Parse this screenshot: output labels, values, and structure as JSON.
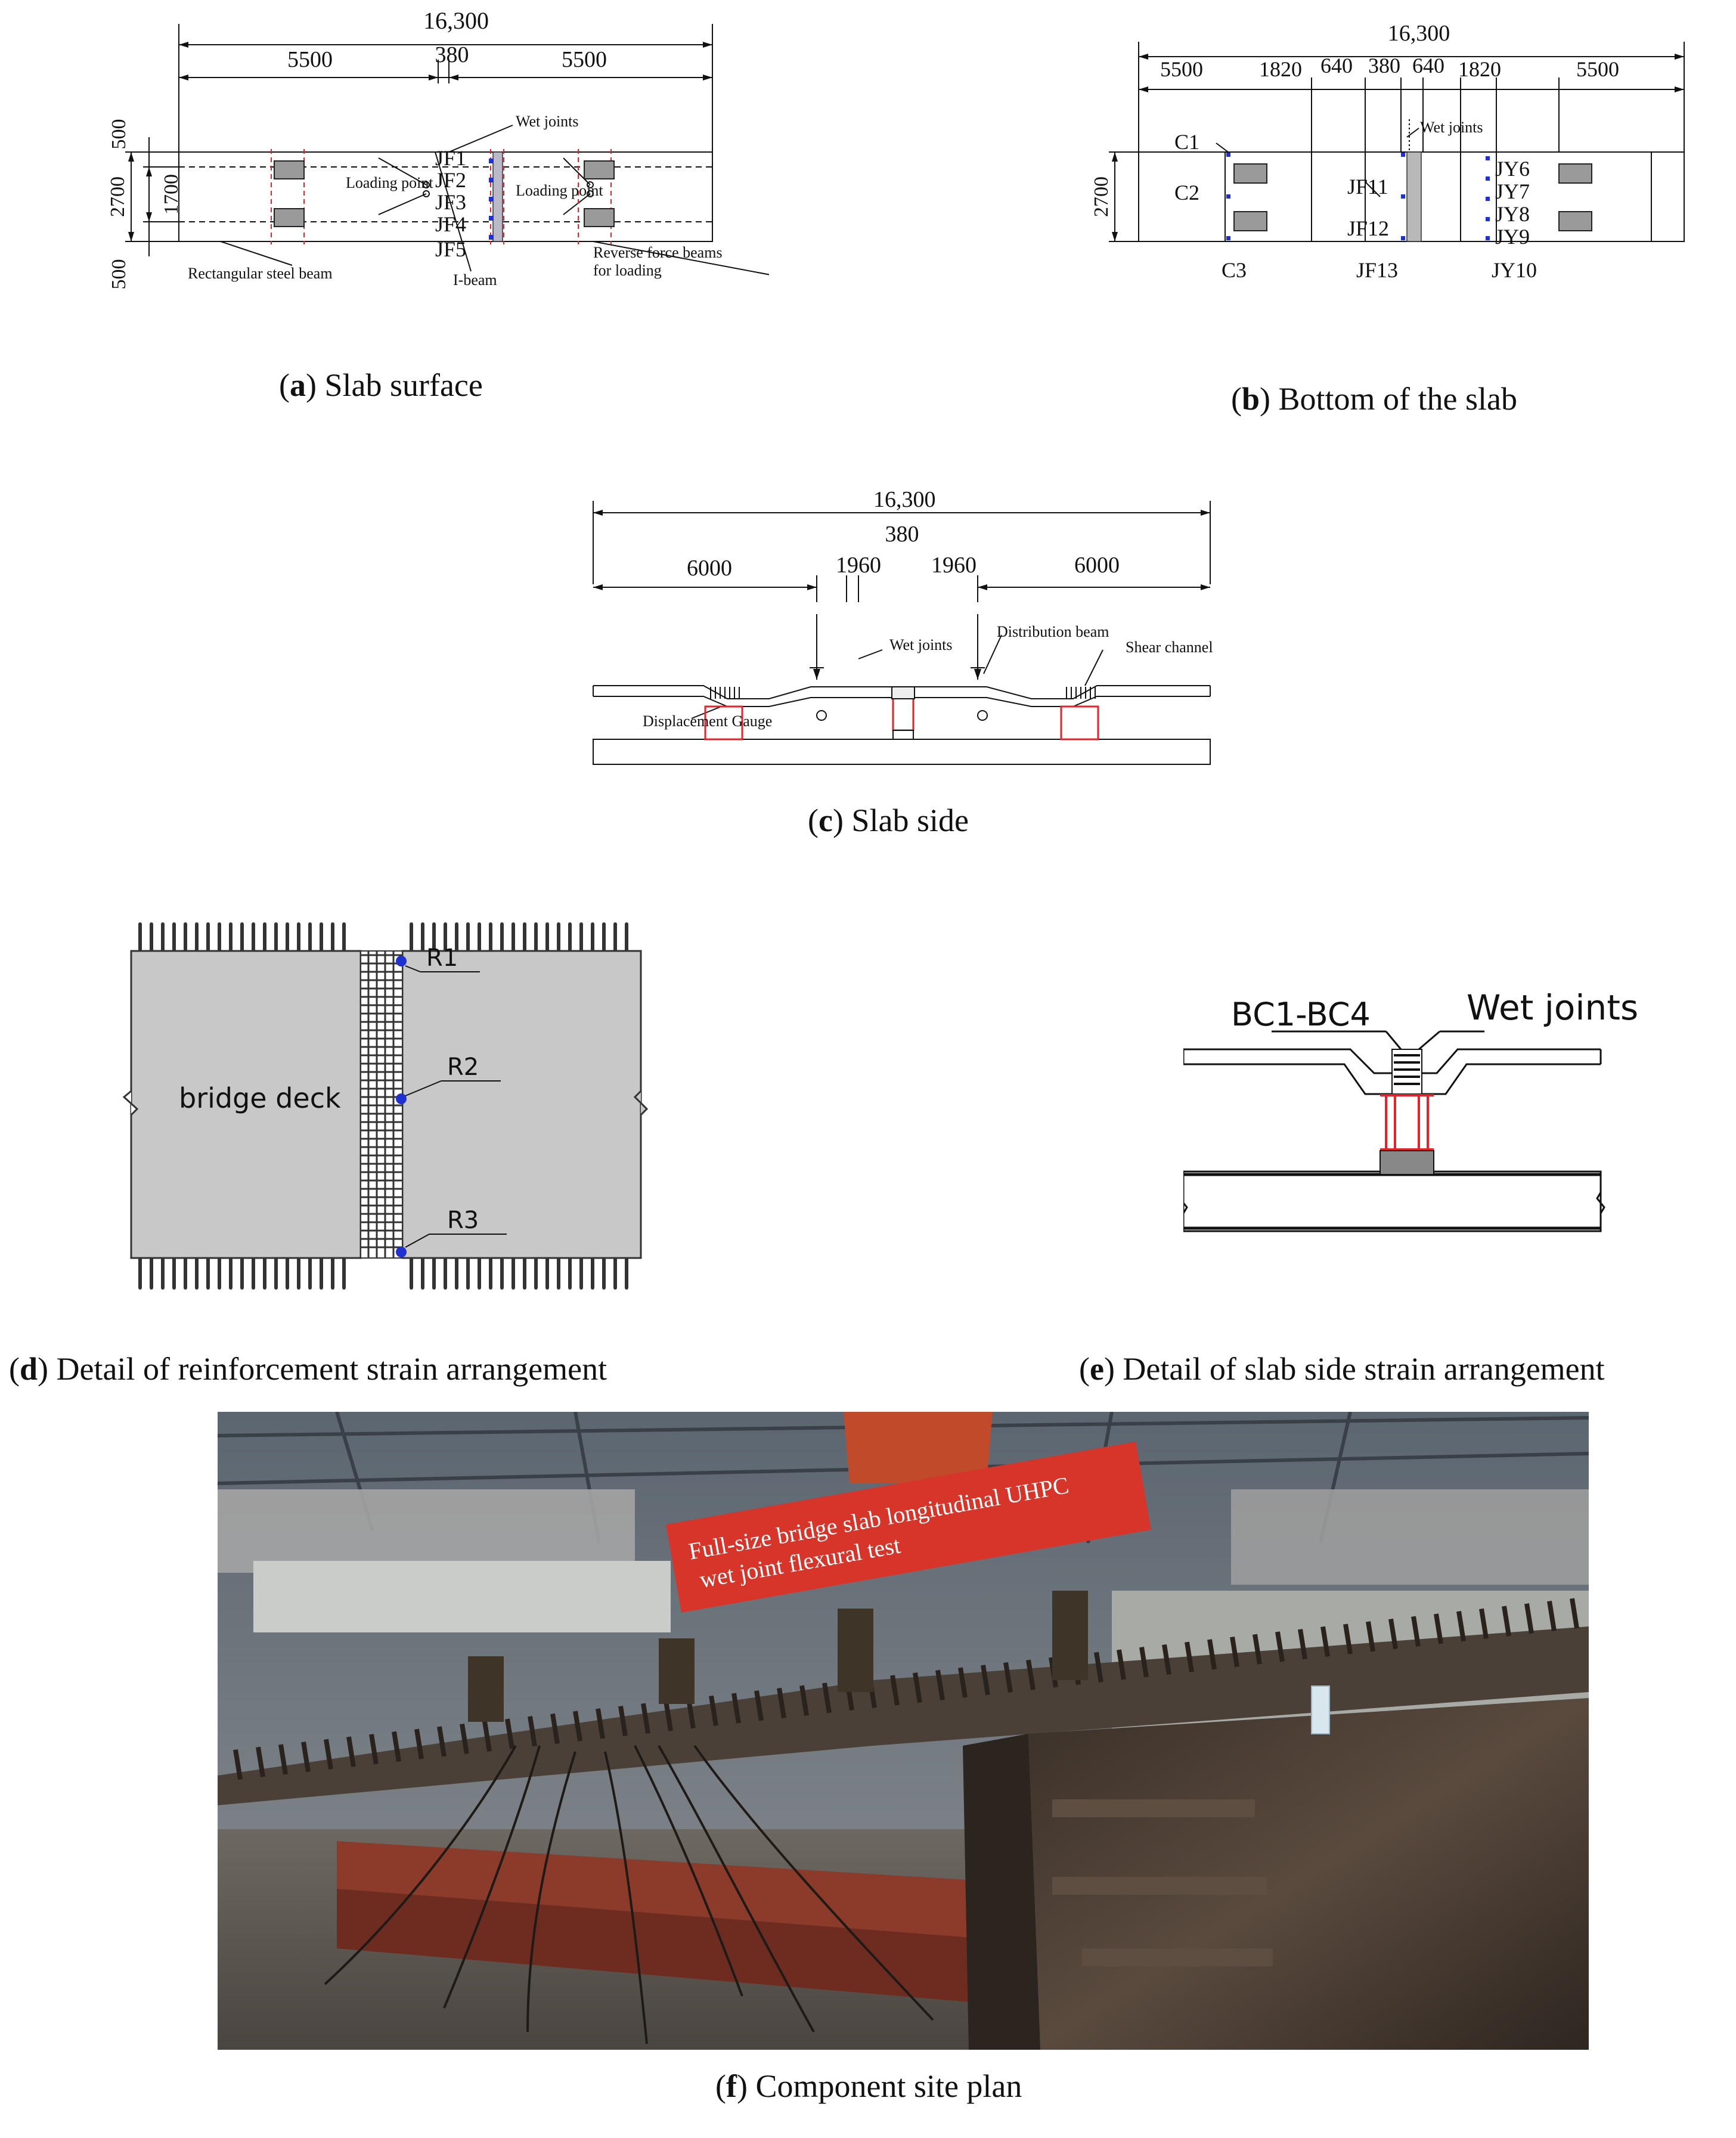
{
  "panel_a": {
    "dims": {
      "total": "16,300",
      "left": "5500",
      "mid": "380",
      "right": "5500",
      "v_top": "500",
      "v_mid": "1700",
      "v_bot": "500",
      "height": "2700"
    },
    "labels": {
      "wet_joints": "Wet joints",
      "loading_point_1": "Loading point",
      "loading_point_2": "Loading point",
      "rect_beam": "Rectangular steel beam",
      "i_beam": "I-beam",
      "reverse_1": "Reverse force beams",
      "reverse_2": "for loading"
    },
    "gauges": [
      "JF1",
      "JF2",
      "JF3",
      "JF4",
      "JF5"
    ],
    "caption_letter": "a",
    "caption_text": ") Slab surface"
  },
  "panel_b": {
    "dims": {
      "total": "16,300",
      "d1": "5500",
      "d2": "1820",
      "d3": "640",
      "d4": "380",
      "d5": "640",
      "d6": "1820",
      "d7": "5500",
      "height": "2700"
    },
    "labels": {
      "wet_joints": "Wet joints"
    },
    "gauges_left": [
      "C1",
      "C2",
      "C3"
    ],
    "gauges_mid": [
      "JF11",
      "JF12",
      "JF13"
    ],
    "gauges_right": [
      "JY6",
      "JY7",
      "JY8",
      "JY9",
      "JY10"
    ],
    "caption_letter": "b",
    "caption_text": ") Bottom of the slab"
  },
  "panel_c": {
    "dims": {
      "total": "16,300",
      "mid": "380",
      "d1": "6000",
      "d2": "1960",
      "d3": "1960",
      "d4": "6000"
    },
    "labels": {
      "wet_joints": "Wet joints",
      "distribution_beam": "Distribution beam",
      "shear_channel": "Shear channel",
      "displacement_gauge": "Displacement Gauge"
    },
    "caption_letter": "c",
    "caption_text": ") Slab side"
  },
  "panel_d": {
    "labels": {
      "bridge_deck": "bridge deck"
    },
    "gauges": [
      "R1",
      "R2",
      "R3"
    ],
    "caption_letter": "d",
    "caption_text": ") Detail of reinforcement strain arrangement"
  },
  "panel_e": {
    "labels": {
      "bc": "BC1-BC4",
      "wet_joints": "Wet joints"
    },
    "caption_letter": "e",
    "caption_text": ") Detail of slab side strain arrangement"
  },
  "panel_f": {
    "banner_line1": "Full-size bridge slab longitudinal UHPC",
    "banner_line2": "wet joint flexural test",
    "caption_letter": "f",
    "caption_text": ") Component site plan"
  },
  "colors": {
    "gauge_blue": "#1f2fd0",
    "red_line": "#e8222a",
    "gray_fill": "#c8c8c8",
    "steel": "#5a4a3e",
    "banner_red": "#d7342a"
  }
}
